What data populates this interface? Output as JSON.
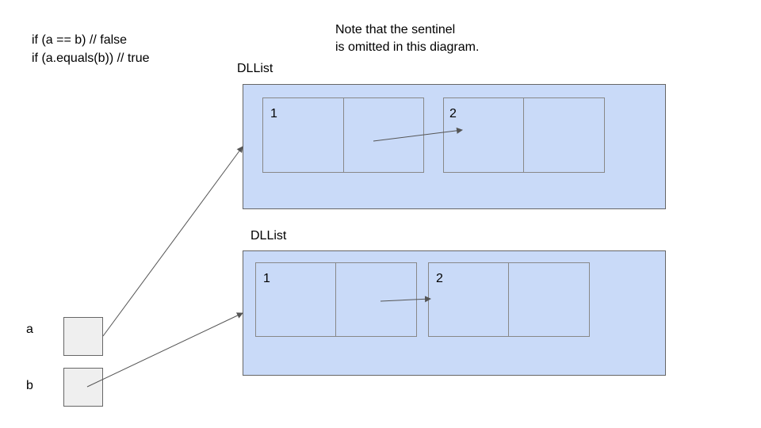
{
  "code": {
    "line1": "if (a == b) // false",
    "line2": "if (a.equals(b)) // true"
  },
  "note": {
    "line1": "Note that the sentinel",
    "line2": "is omitted in this diagram."
  },
  "lists": [
    {
      "label": "DLList",
      "nodes": [
        {
          "item": "1"
        },
        {
          "item": "2"
        }
      ]
    },
    {
      "label": "DLList",
      "nodes": [
        {
          "item": "1"
        },
        {
          "item": "2"
        }
      ]
    }
  ],
  "variables": [
    {
      "name": "a"
    },
    {
      "name": "b"
    }
  ],
  "colors": {
    "list_fill": "#c9daf8",
    "variable_fill": "#efefef",
    "arrow": "#555555"
  }
}
